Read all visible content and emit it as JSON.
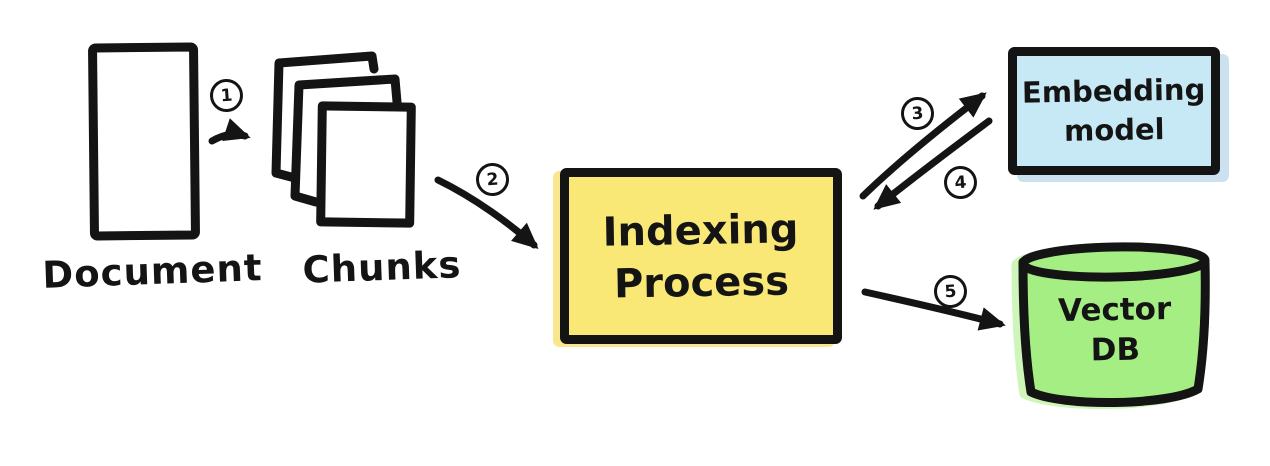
{
  "colors": {
    "ink": "#141414",
    "indexing_fill": "#F9E876",
    "embedding_fill": "#C7E9F5",
    "vectordb_fill": "#A5EE83",
    "page_fill": "#FFFFFF"
  },
  "nodes": {
    "document": {
      "label": "Document"
    },
    "chunks": {
      "label": "Chunks"
    },
    "indexing_process": {
      "line1": "Indexing",
      "line2": "Process"
    },
    "embedding_model": {
      "line1": "Embedding",
      "line2": "model"
    },
    "vector_db": {
      "line1": "Vector",
      "line2": "DB"
    }
  },
  "steps": [
    "1",
    "2",
    "3",
    "4",
    "5"
  ]
}
